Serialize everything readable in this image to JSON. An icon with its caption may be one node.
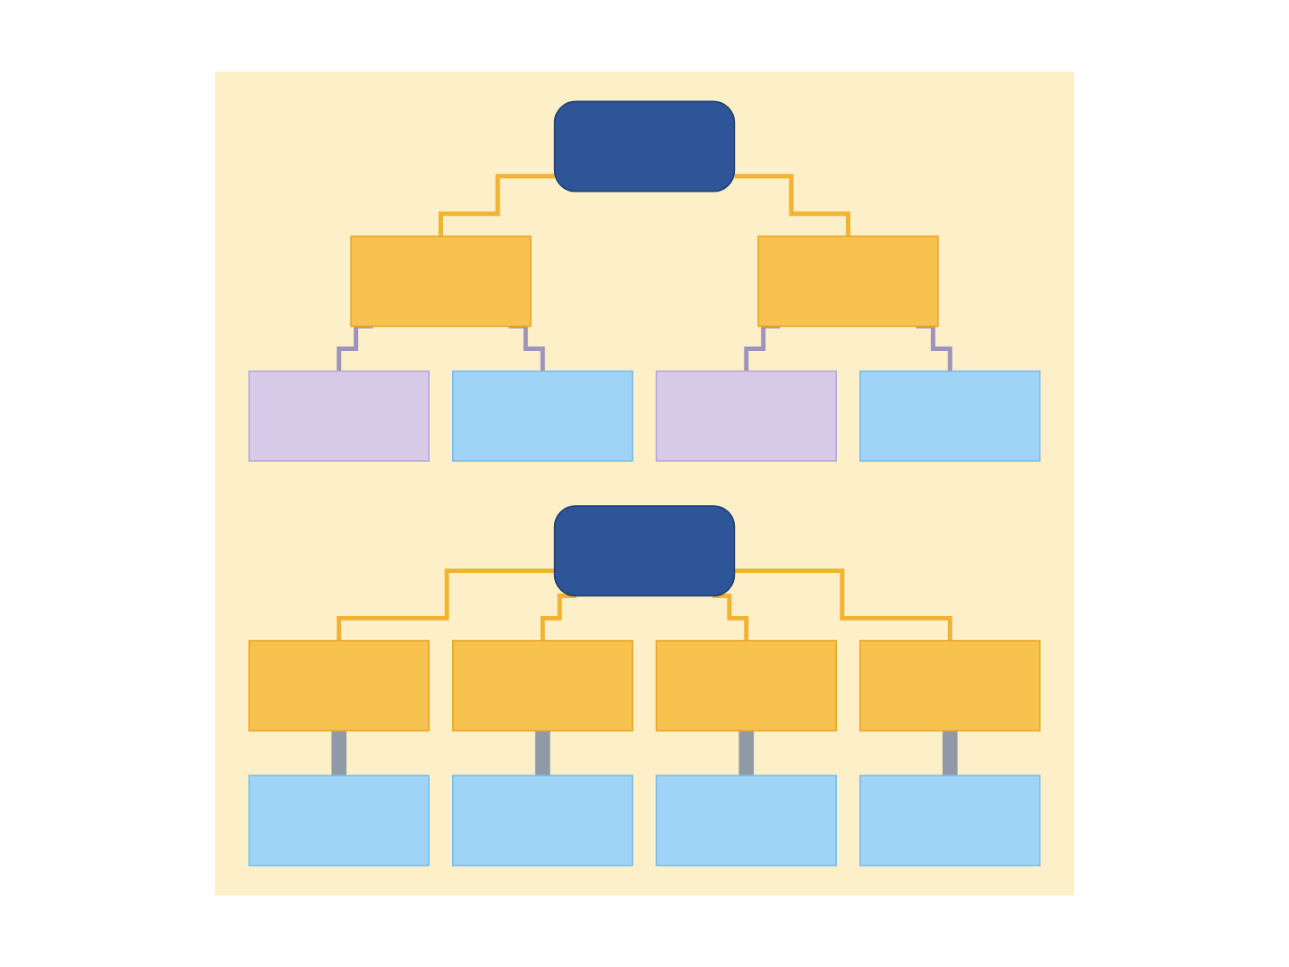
{
  "diagram": {
    "nodes": [
      {
        "text": [],
        "shape": "box"
      },
      {
        "text": [],
        "shape": "box"
      },
      {
        "text": [],
        "shape": "box"
      },
      {
        "text": [],
        "shape": "box"
      },
      {
        "text": [],
        "shape": "box"
      },
      {
        "text": [],
        "shape": "box"
      },
      {
        "text": [],
        "shape": "box"
      },
      {
        "text": [],
        "shape": "box"
      },
      {
        "text": [],
        "shape": "box"
      },
      {
        "text": [],
        "shape": "box"
      },
      {
        "text": [],
        "shape": "box"
      },
      {
        "text": [],
        "shape": "box"
      },
      {
        "text": [],
        "shape": "box"
      },
      {
        "text": [],
        "shape": "box"
      },
      {
        "text": [],
        "shape": "box"
      },
      {
        "text": [],
        "shape": "box"
      }
    ],
    "edges": [
      {
        "from": 0,
        "to": 1,
        "arrow": "none"
      },
      {
        "from": 0,
        "to": 2,
        "arrow": "none"
      },
      {
        "from": 1,
        "to": 3,
        "arrow": "none",
        "color": "#9c94bd"
      },
      {
        "from": 1,
        "to": 4,
        "arrow": "none",
        "color": "#9c94bd"
      },
      {
        "from": 2,
        "to": 5,
        "arrow": "none",
        "color": "#9c94bd"
      },
      {
        "from": 2,
        "to": 6,
        "arrow": "none",
        "color": "#9c94bd"
      },
      {
        "from": 7,
        "to": 8,
        "arrow": "none"
      },
      {
        "from": 7,
        "to": 9,
        "arrow": "none"
      },
      {
        "from": 7,
        "to": 10,
        "arrow": "none"
      },
      {
        "from": 7,
        "to": 11,
        "arrow": "none"
      },
      {
        "from": 8,
        "to": 12,
        "arrow": "none",
        "color": "#8f9aa6",
        "style": "thick"
      },
      {
        "from": 9,
        "to": 13,
        "arrow": "none",
        "color": "#8f9aa6",
        "style": "thick"
      },
      {
        "from": 10,
        "to": 14,
        "arrow": "none",
        "color": "#8f9aa6",
        "style": "thick"
      },
      {
        "from": 11,
        "to": 15,
        "arrow": "none",
        "color": "#8f9aa6",
        "style": "thick"
      }
    ]
  }
}
